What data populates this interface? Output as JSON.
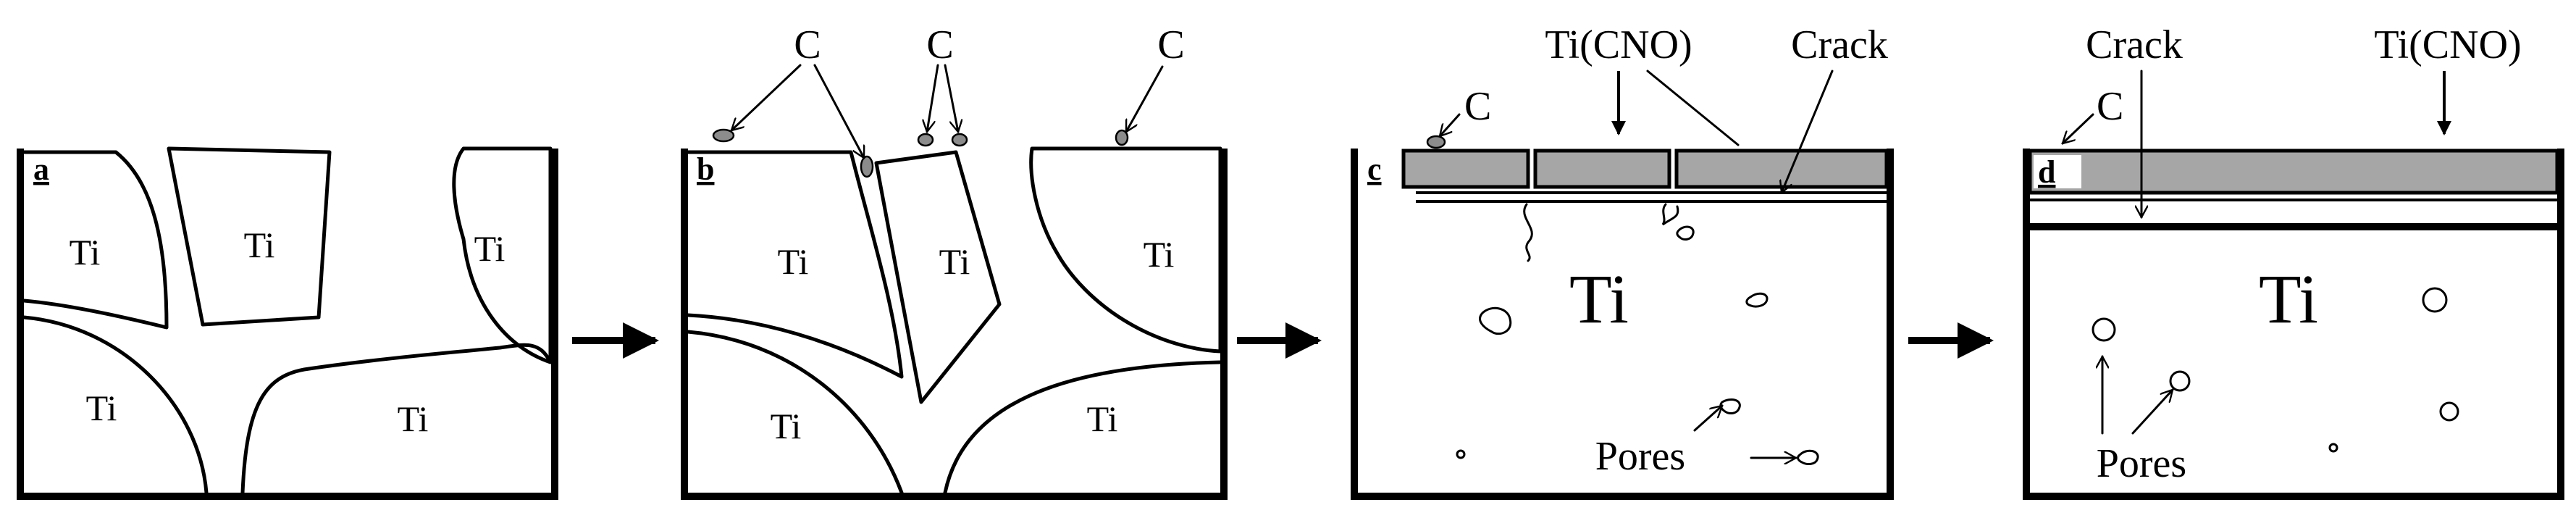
{
  "panels": {
    "a": {
      "label": "a",
      "grains": [
        "Ti",
        "Ti",
        "Ti",
        "Ti",
        "Ti"
      ]
    },
    "b": {
      "label": "b",
      "carbon_labels": [
        "C",
        "C",
        "C"
      ],
      "grains": [
        "Ti",
        "Ti",
        "Ti",
        "Ti",
        "Ti"
      ]
    },
    "c": {
      "label": "c",
      "carbon_label": "C",
      "layer_label": "Ti(CNO)",
      "crack_label": "Crack",
      "substrate_label": "Ti",
      "pores_label": "Pores"
    },
    "d": {
      "label": "d",
      "carbon_label": "C",
      "layer_label": "Ti(CNO)",
      "crack_label": "Crack",
      "substrate_label": "Ti",
      "pores_label": "Pores"
    }
  },
  "colors": {
    "oxide_layer": "#a6a6a6",
    "carbon_particle": "#8c8c8c",
    "line": "#000000"
  },
  "icons": [
    "arrow-right-icon",
    "arrow-right-icon",
    "arrow-right-icon"
  ]
}
